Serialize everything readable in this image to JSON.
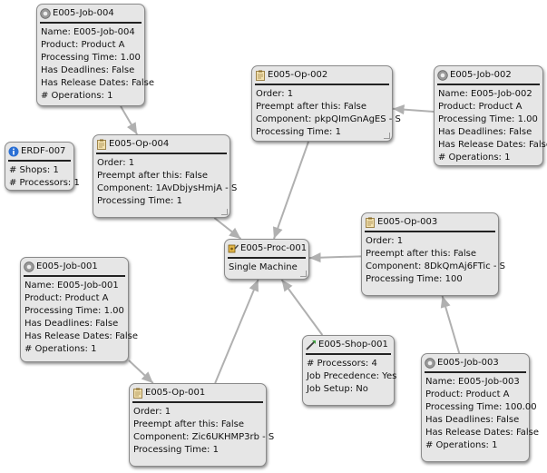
{
  "colors": {
    "node_bg": "#e6e6e6",
    "edge": "#b0b0b0",
    "info_blue": "#2a6fd4"
  },
  "nodes": {
    "job004": {
      "icon": "gear-icon",
      "title": "E005-Job-004",
      "rows": [
        "Name: E005-Job-004",
        "Product: Product A",
        "Processing Time: 1.00",
        "Has Deadlines: False",
        "Has Release Dates: False",
        "# Operations: 1"
      ]
    },
    "op002": {
      "icon": "clipboard-icon",
      "title": "E005-Op-002",
      "rows": [
        "Order: 1",
        "Preempt after this: False",
        "Component: pkpQImGnAgES - S",
        "Processing Time: 1"
      ]
    },
    "job002": {
      "icon": "gear-icon",
      "title": "E005-Job-002",
      "rows": [
        "Name: E005-Job-002",
        "Product: Product A",
        "Processing Time: 1.00",
        "Has Deadlines: False",
        "Has Release Dates: False",
        "# Operations: 1"
      ]
    },
    "erdf": {
      "icon": "info-icon",
      "title": "ERDF-007",
      "rows": [
        "# Shops: 1",
        "# Processors: 1"
      ]
    },
    "op004": {
      "icon": "clipboard-icon",
      "title": "E005-Op-004",
      "rows": [
        "Order: 1",
        "Preempt after this: False",
        "Component: 1AvDbjysHmjA - S",
        "Processing Time: 1"
      ]
    },
    "proc": {
      "icon": "processor-icon",
      "title": "E005-Proc-001",
      "rows": [
        "Single Machine"
      ]
    },
    "op003": {
      "icon": "clipboard-icon",
      "title": "E005-Op-003",
      "rows": [
        "Order: 1",
        "Preempt after this: False",
        "Component: 8DkQmAj6FTic - S",
        "Processing Time: 100"
      ]
    },
    "job001": {
      "icon": "gear-icon",
      "title": "E005-Job-001",
      "rows": [
        "Name: E005-Job-001",
        "Product: Product A",
        "Processing Time: 1.00",
        "Has Deadlines: False",
        "Has Release Dates: False",
        "# Operations: 1"
      ]
    },
    "shop": {
      "icon": "shop-icon",
      "title": "E005-Shop-001",
      "rows": [
        "# Processors: 4",
        "Job Precedence: Yes",
        "Job Setup: No"
      ]
    },
    "op001": {
      "icon": "clipboard-icon",
      "title": "E005-Op-001",
      "rows": [
        "Order: 1",
        "Preempt after this: False",
        "Component: Zic6UKHMP3rb - S",
        "Processing Time: 1"
      ]
    },
    "job003": {
      "icon": "gear-icon",
      "title": "E005-Job-003",
      "rows": [
        "Name: E005-Job-003",
        "Product: Product A",
        "Processing Time: 100.00",
        "Has Deadlines: False",
        "Has Release Dates: False",
        "# Operations: 1"
      ]
    }
  },
  "edges": [
    [
      "job004",
      "op004"
    ],
    [
      "job002",
      "op002"
    ],
    [
      "job001",
      "op001"
    ],
    [
      "job003",
      "op003"
    ],
    [
      "op002",
      "proc"
    ],
    [
      "op004",
      "proc"
    ],
    [
      "op003",
      "proc"
    ],
    [
      "op001",
      "proc"
    ],
    [
      "shop",
      "proc"
    ]
  ]
}
